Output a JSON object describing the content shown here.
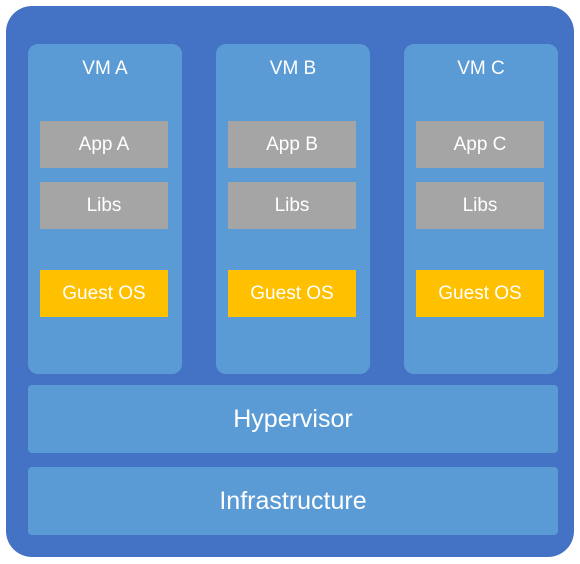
{
  "colors": {
    "outer": "#4472C4",
    "panel": "#5B9BD5",
    "gray_box": "#A5A5A5",
    "os_box": "#FFC000",
    "text": "#FFFFFF"
  },
  "vms": [
    {
      "title": "VM A",
      "app": "App A",
      "libs": "Libs",
      "os": "Guest OS"
    },
    {
      "title": "VM B",
      "app": "App B",
      "libs": "Libs",
      "os": "Guest OS"
    },
    {
      "title": "VM C",
      "app": "App C",
      "libs": "Libs",
      "os": "Guest OS"
    }
  ],
  "hypervisor": "Hypervisor",
  "infrastructure": "Infrastructure"
}
